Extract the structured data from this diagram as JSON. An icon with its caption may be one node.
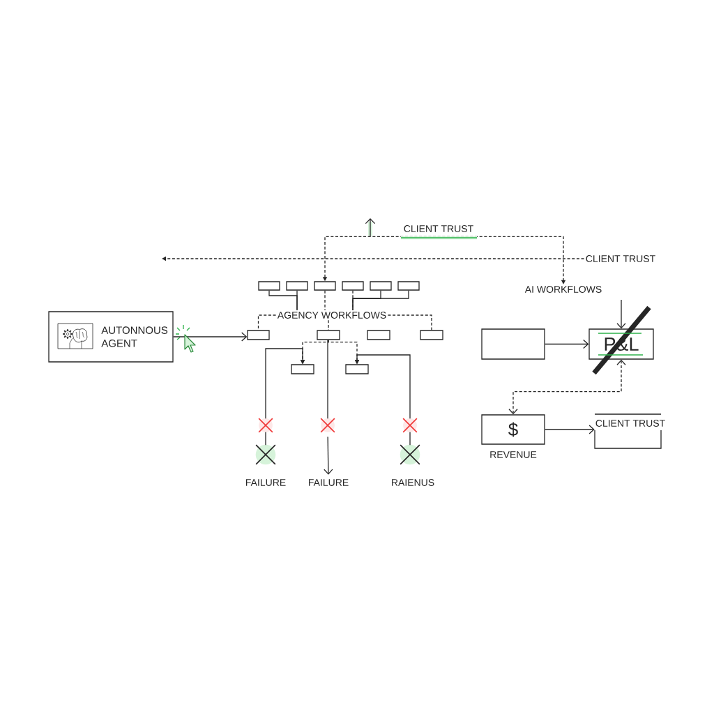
{
  "diagram": {
    "nodes": [
      {
        "text": [
          "AUTONNOUS AGENT"
        ]
      },
      {
        "text": [],
        "shape": "box"
      },
      {
        "text": [],
        "shape": "box"
      },
      {
        "text": [],
        "shape": "box"
      },
      {
        "text": [],
        "shape": "box"
      },
      {
        "text": [],
        "shape": "box"
      },
      {
        "text": [],
        "shape": "box"
      },
      {
        "text": [
          "AGENCY WORKFLOWS"
        ]
      },
      {
        "text": [],
        "shape": "box"
      },
      {
        "text": [],
        "shape": "box"
      },
      {
        "text": [],
        "shape": "box"
      },
      {
        "text": [],
        "shape": "box"
      },
      {
        "text": [],
        "shape": "box"
      },
      {
        "text": [],
        "shape": "box"
      },
      {
        "text": [],
        "shape": "cross"
      },
      {
        "text": [],
        "shape": "cross"
      },
      {
        "text": [],
        "shape": "cross"
      },
      {
        "text": [],
        "shape": "cross",
        "beside": [
          "FAILURE"
        ]
      },
      {
        "text": [
          "FAILURE"
        ]
      },
      {
        "text": [],
        "shape": "cross",
        "beside": [
          "RAIENUS"
        ]
      },
      {
        "text": [
          "CLIENT TRUST"
        ]
      },
      {
        "text": [
          "AI WORKFLOWS"
        ]
      },
      {
        "text": [],
        "shape": "box"
      },
      {
        "text": [
          "P&L"
        ]
      },
      {
        "text": [
          "$"
        ],
        "beside": [
          "REVENUE"
        ]
      },
      {
        "text": [
          "CLIENT TRUST"
        ]
      }
    ],
    "edges": [
      {
        "from": 0,
        "to": 8,
        "arrow": "to"
      },
      {
        "from": 3,
        "to": 21,
        "arrow": "both",
        "style": "dashed",
        "label": "CLIENT TRUST"
      },
      {
        "from": 20,
        "to": null,
        "arrow": "to",
        "style": "dashed"
      },
      {
        "from": 1,
        "to": 7,
        "arrow": "none"
      },
      {
        "from": 2,
        "to": 7,
        "arrow": "none"
      },
      {
        "from": 3,
        "to": 7,
        "arrow": "none",
        "style": "dashed"
      },
      {
        "from": 4,
        "to": 7,
        "arrow": "none",
        "style": "dashed"
      },
      {
        "from": 5,
        "to": 7,
        "arrow": "none"
      },
      {
        "from": 6,
        "to": 7,
        "arrow": "none"
      },
      {
        "from": 7,
        "to": 8,
        "arrow": "none",
        "style": "dashed"
      },
      {
        "from": 7,
        "to": 9,
        "arrow": "none",
        "style": "dashed"
      },
      {
        "from": 7,
        "to": 11,
        "arrow": "none",
        "style": "dashed"
      },
      {
        "from": 9,
        "to": 12,
        "arrow": "to",
        "style": "dashed"
      },
      {
        "from": 9,
        "to": 13,
        "arrow": "to",
        "style": "dashed"
      },
      {
        "from": 9,
        "to": 15,
        "arrow": "none"
      },
      {
        "from": 14,
        "to": 12,
        "arrow": "to"
      },
      {
        "from": 16,
        "to": 13,
        "arrow": "to"
      },
      {
        "from": 14,
        "to": 17,
        "arrow": "none"
      },
      {
        "from": 15,
        "to": 18,
        "arrow": "to"
      },
      {
        "from": 16,
        "to": 19,
        "arrow": "none"
      },
      {
        "from": 22,
        "to": 23,
        "arrow": "to"
      },
      {
        "from": null,
        "to": 23,
        "arrow": "to"
      },
      {
        "from": 23,
        "to": 24,
        "arrow": "both",
        "style": "dashed"
      },
      {
        "from": 24,
        "to": 25,
        "arrow": "to"
      }
    ]
  }
}
